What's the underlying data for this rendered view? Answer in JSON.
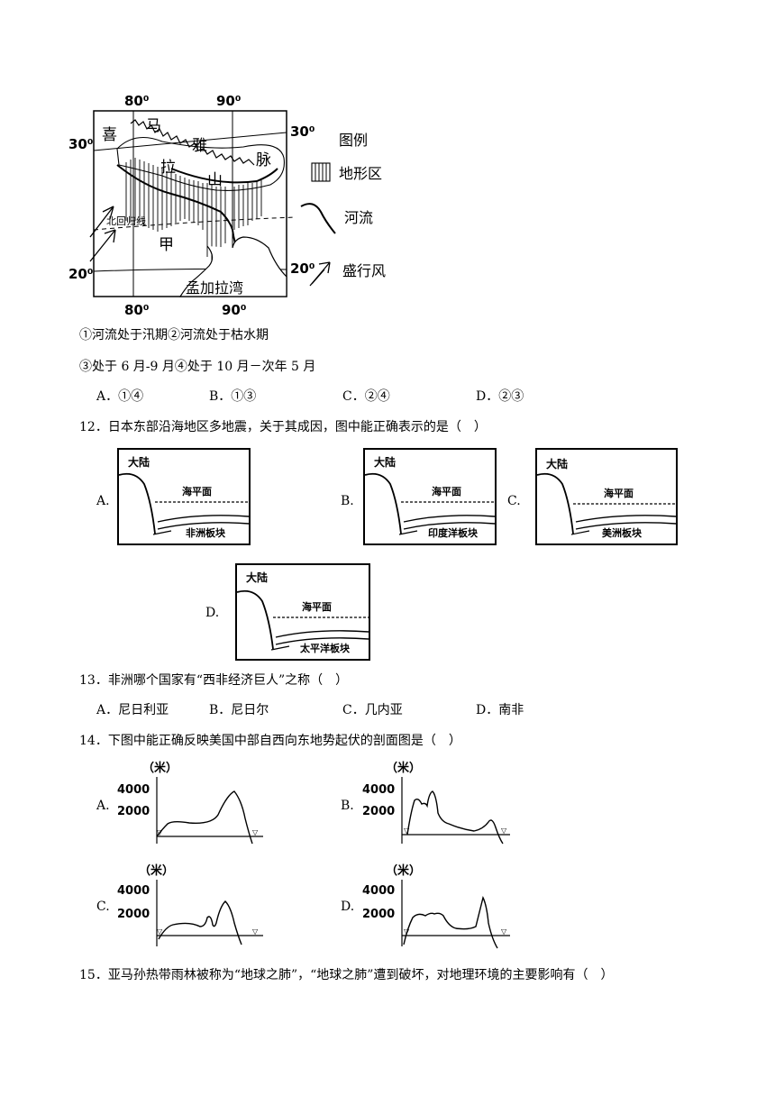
{
  "map": {
    "lon1": "80⁰",
    "lon2": "90⁰",
    "lat30_left": "30⁰",
    "lat30_right": "30⁰",
    "lat20_left": "20⁰",
    "lat20_right": "20⁰",
    "lon1_bottom": "80⁰",
    "lon2_bottom": "90⁰",
    "range_chars": [
      "喜",
      "马",
      "拉",
      "雅",
      "山",
      "脉"
    ],
    "tropic_label": "北回归线",
    "region_label": "甲",
    "bay_label": "孟加拉湾",
    "legend": {
      "title": "图例",
      "terrain": "地形区",
      "river": "河流",
      "wind": "盛行风"
    }
  },
  "q11": {
    "line1": "①河流处于汛期②河流处于枯水期",
    "line2": "③处于 6 月-9 月④处于 10 月－次年 5 月",
    "options": [
      "A．①④",
      "B．①③",
      "C．②④",
      "D．②③"
    ]
  },
  "q12": {
    "stem": "12．日本东部沿海地区多地震，关于其成因，图中能正确表示的是（　）",
    "diagrams": [
      {
        "letter": "A.",
        "land": "大陆",
        "sea": "海平面",
        "plate": "非洲板块"
      },
      {
        "letter": "B.",
        "land": "大陆",
        "sea": "海平面",
        "plate": "印度洋板块"
      },
      {
        "letter": "C.",
        "land": "大陆",
        "sea": "海平面",
        "plate": "美洲板块"
      },
      {
        "letter": "D.",
        "land": "大陆",
        "sea": "海平面",
        "plate": "太平洋板块"
      }
    ]
  },
  "q13": {
    "stem": "13．非洲哪个国家有“西非经济巨人”之称（　）",
    "options": [
      "A．尼日利亚",
      "B．尼日尔",
      "C．几内亚",
      "D．南非"
    ]
  },
  "q14": {
    "stem": "14．下图中能正确反映美国中部自西向东地势起伏的剖面图是（　）",
    "profiles": [
      {
        "letter": "A.",
        "unit": "（米）",
        "tick_high": "4000",
        "tick_low": "2000"
      },
      {
        "letter": "B.",
        "unit": "（米）",
        "tick_high": "4000",
        "tick_low": "2000"
      },
      {
        "letter": "C.",
        "unit": "（米）",
        "tick_high": "4000",
        "tick_low": "2000"
      },
      {
        "letter": "D.",
        "unit": "（米）",
        "tick_high": "4000",
        "tick_low": "2000"
      }
    ]
  },
  "q15": {
    "stem": "15．亚马孙热带雨林被称为“地球之肺”，“地球之肺”遭到破坏，对地理环境的主要影响有（　）"
  }
}
